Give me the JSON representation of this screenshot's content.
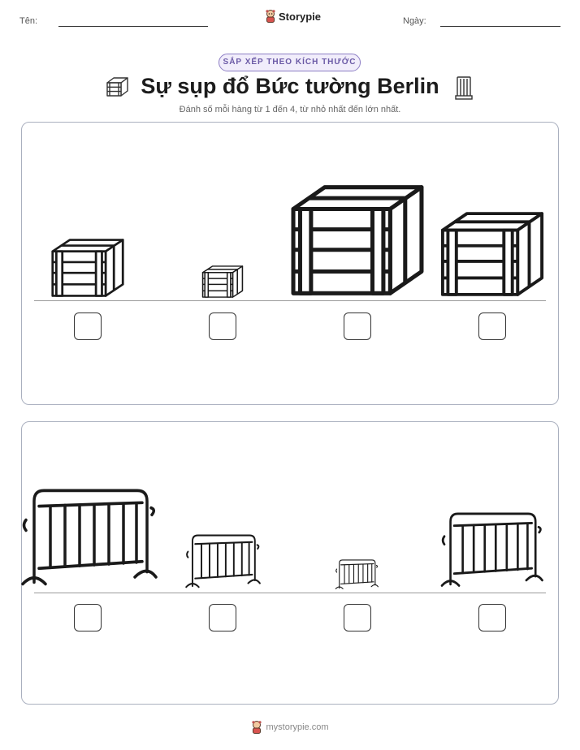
{
  "header": {
    "name_label": "Tên:",
    "date_label": "Ngày:",
    "brand": "Storypie"
  },
  "badge": "SẮP XẾP THEO KÍCH THƯỚC",
  "title": "Sự sụp đổ Bức tường Berlin",
  "instructions": "Đánh số mỗi hàng từ 1 đến 4, từ nhỏ nhất đến lớn nhất.",
  "rows": [
    {
      "item": "crate-icon",
      "items": 4,
      "relative_sizes": [
        0.5,
        0.28,
        0.9,
        0.7
      ]
    },
    {
      "item": "barrier-icon",
      "items": 4,
      "relative_sizes": [
        1.0,
        0.53,
        0.3,
        0.75
      ]
    }
  ],
  "footer": {
    "url": "mystorypie.com"
  }
}
